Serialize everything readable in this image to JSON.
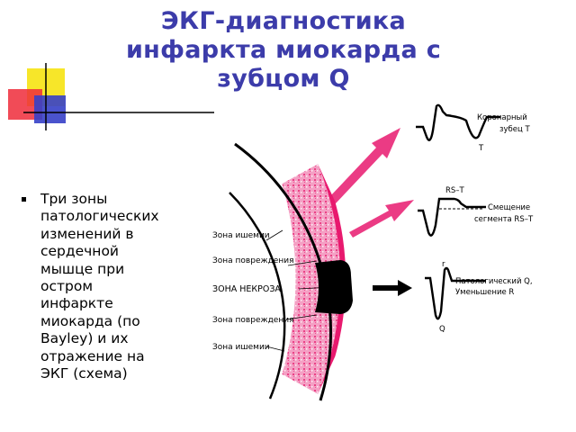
{
  "title": {
    "line1": "ЭКГ-диагностика",
    "line2": "инфаркта миокарда с",
    "line3": "зубцом Q"
  },
  "bullet": {
    "lines": [
      "Три зоны",
      "патологических",
      "изменений в",
      "сердечной",
      "мышце при",
      "остром",
      "инфаркте",
      "миокарда (по",
      "Bayley) и их",
      "отражение на",
      "ЭКГ (схема)"
    ]
  },
  "diagram": {
    "zone_labels": {
      "ischemia_top": "Зона ишемии",
      "injury_top": "Зона повреждения",
      "necrosis": "ЗОНА НЕКРОЗА",
      "injury_bottom": "Зона повреждения",
      "ischemia_bottom": "Зона ишемии"
    },
    "ecg1": {
      "caption1": "Коронарный",
      "caption2": "зубец Т",
      "wave": "T"
    },
    "ecg2": {
      "top": "RS–T",
      "caption1": "Смещение",
      "caption2": "сегмента RS–T"
    },
    "ecg3": {
      "r": "r",
      "caption1": "Патологический Q,",
      "caption2": "Уменьшение R",
      "wave": "Q"
    }
  },
  "colors": {
    "title": "#3c3caa",
    "necrosis": "#000000",
    "injury": "#e8196e",
    "ischemia": "#f4a0c4",
    "deco_yellow": "#f7e629",
    "deco_red": "#ee2b3a",
    "deco_blue": "#3640c8"
  }
}
